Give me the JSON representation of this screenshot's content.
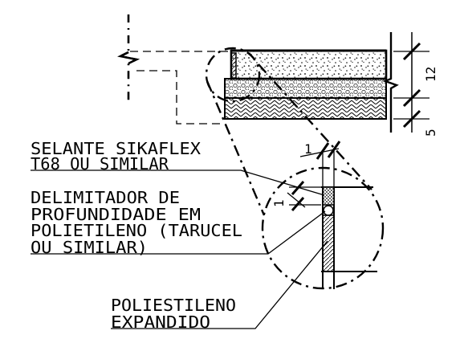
{
  "callouts": {
    "selante": [
      "SELANTE SIKAFLEX",
      "T68 OU SIMILAR"
    ],
    "delimitador": [
      "DELIMITADOR DE",
      "PROFUNDIDADE EM",
      "POLIETILENO (TARUCEL",
      "OU SIMILAR)"
    ],
    "poliestileno": [
      "POLIESTILENO",
      "EXPANDIDO"
    ]
  },
  "dimensions": {
    "slab_thickness": "12",
    "base_thickness": "5",
    "joint_width": "1",
    "sealant_depth": "1"
  }
}
